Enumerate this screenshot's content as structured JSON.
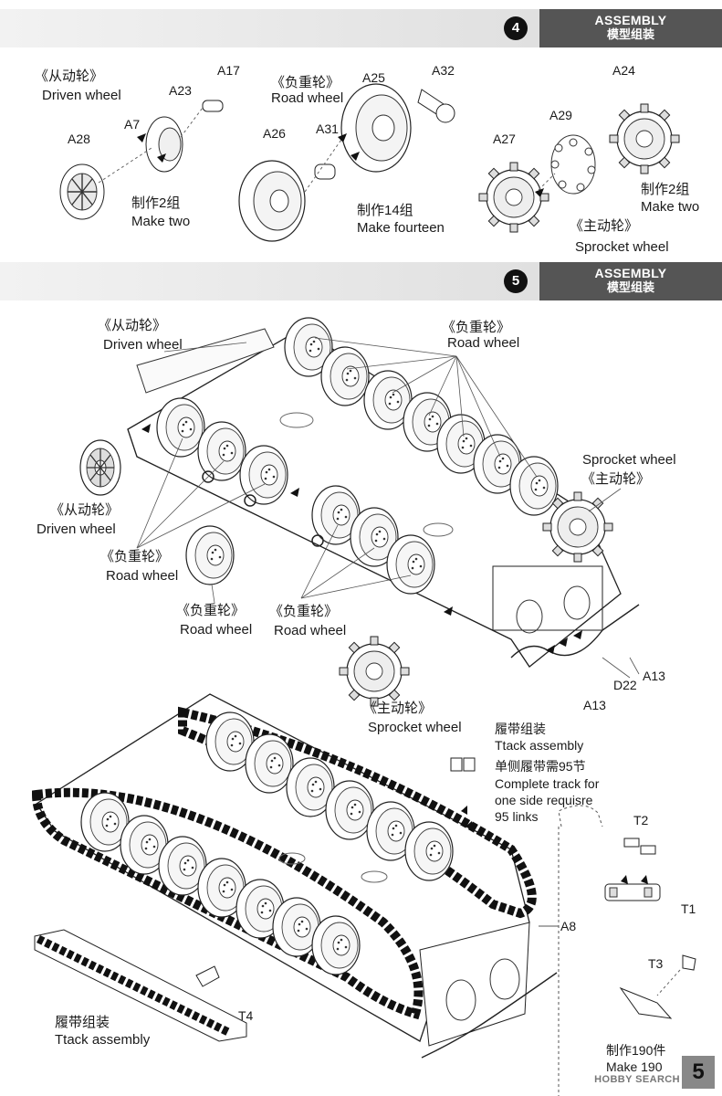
{
  "step4": {
    "number": "4",
    "header_en": "ASSEMBLY",
    "header_cn": "模型组装",
    "driven_wheel_cn": "《从动轮》",
    "driven_wheel_en": "Driven wheel",
    "driven_make_cn": "制作2组",
    "driven_make_en": "Make two",
    "road_wheel_cn": "《负重轮》",
    "road_wheel_en": "Road wheel",
    "road_make_cn": "制作14组",
    "road_make_en": "Make fourteen",
    "sprocket_cn": "《主动轮》",
    "sprocket_en": "Sprocket wheel",
    "sprocket_make_cn": "制作2组",
    "sprocket_make_en": "Make two",
    "parts": {
      "a17": "A17",
      "a23": "A23",
      "a7": "A7",
      "a28": "A28",
      "a25": "A25",
      "a32": "A32",
      "a26": "A26",
      "a31": "A31",
      "a24": "A24",
      "a29": "A29",
      "a27": "A27"
    }
  },
  "step5": {
    "number": "5",
    "header_en": "ASSEMBLY",
    "header_cn": "模型组装",
    "driven_top_cn": "《从动轮》",
    "driven_top_en": "Driven wheel",
    "road_top_cn": "《负重轮》",
    "road_top_en": "Road wheel",
    "sprocket_right_en": "Sprocket wheel",
    "sprocket_right_cn": "《主动轮》",
    "driven_left_cn": "《从动轮》",
    "driven_left_en": "Driven wheel",
    "road_left_cn": "《负重轮》",
    "road_left_en": "Road wheel",
    "road_mid1_cn": "《负重轮》",
    "road_mid1_en": "Road wheel",
    "road_mid2_cn": "《负重轮》",
    "road_mid2_en": "Road wheel",
    "sprocket_bottom_cn": "《主动轮》",
    "sprocket_bottom_en": "Sprocket wheel",
    "parts": {
      "a13a": "A13",
      "a13b": "A13",
      "d22": "D22",
      "a8": "A8"
    },
    "track_cn": "履带组装",
    "track_en": "Ttack assembly",
    "track_req_cn": "单侧履带需95节",
    "track_req_en1": "Complete track for",
    "track_req_en2": "one side requisre",
    "track_req_en3": "95 links",
    "track_left_cn": "履带组装",
    "track_left_en": "Ttack assembly",
    "t4": "T4",
    "inset": {
      "t2": "T2",
      "t1": "T1",
      "t3": "T3",
      "make_cn": "制作190件",
      "make_en": "Make 190"
    }
  },
  "page_number": "5",
  "watermark": "HOBBY SEARCH"
}
